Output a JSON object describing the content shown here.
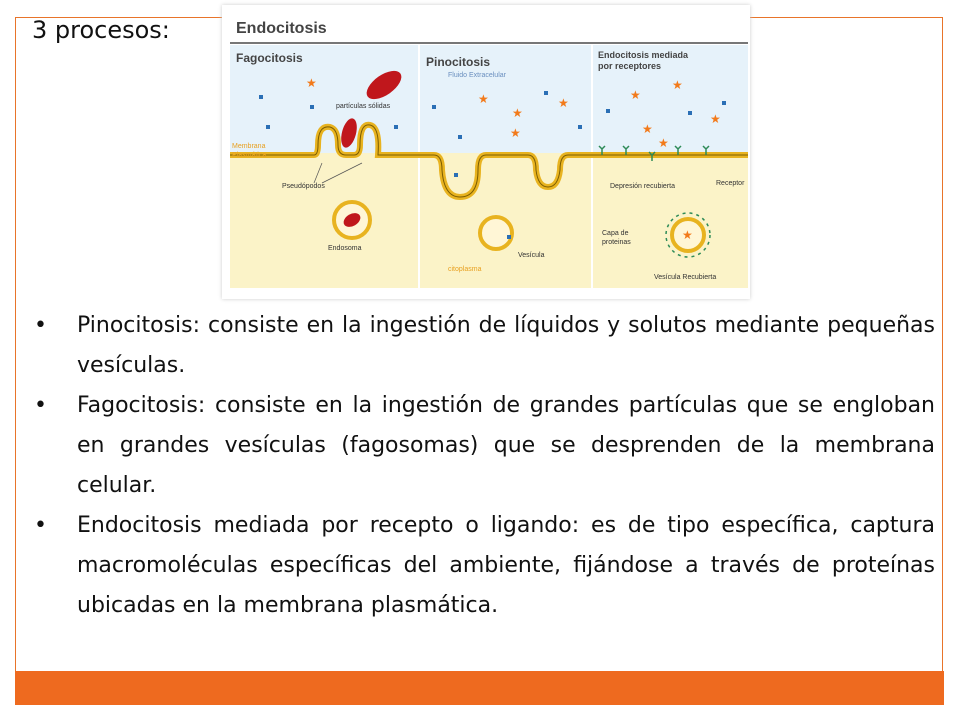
{
  "heading": "3 procesos:",
  "figure": {
    "title": "Endocitosis",
    "sections": {
      "fagocitosis": "Fagocitosis",
      "pinocitosis": "Pinocitosis",
      "receptores_line1": "Endocitosis mediada",
      "receptores_line2": "por receptores"
    },
    "labels": {
      "particulas": "partículas sólidas",
      "fluido": "Fluido Extracelular",
      "membrana_line1": "Membrana",
      "membrana_line2": "Plasmática",
      "pseudopodos": "Pseudópodos",
      "endosoma": "Endosoma",
      "citoplasma": "citoplasma",
      "vesicula": "Vesícula",
      "depresion": "Depresión recubierta",
      "receptor": "Receptor",
      "capa_line1": "Capa de",
      "capa_line2": "proteinas",
      "vesicula_recubierta": "Vesícula Recubierta"
    },
    "colors": {
      "membrane": "#e8b320",
      "particle": "#c0171c",
      "star": "#f27a1a",
      "dot": "#2a6fb5",
      "cytoplasm": "#fbf3c8",
      "extracellular": "#e6f2fa"
    }
  },
  "bullets": [
    {
      "text": "Pinocitosis: consiste en la ingestión de líquidos y solutos mediante pequeñas vesículas."
    },
    {
      "text": "Fagocitosis: consiste en la ingestión de grandes partículas que se engloban en grandes vesículas (fagosomas) que se desprenden de la membrana celular."
    },
    {
      "text": "Endocitosis mediada por recepto o ligando: es de tipo específica, captura macromoléculas específicas del ambiente, fijándose a través de proteínas ubicadas en la membrana plasmática."
    }
  ],
  "bullet_symbol": "•"
}
